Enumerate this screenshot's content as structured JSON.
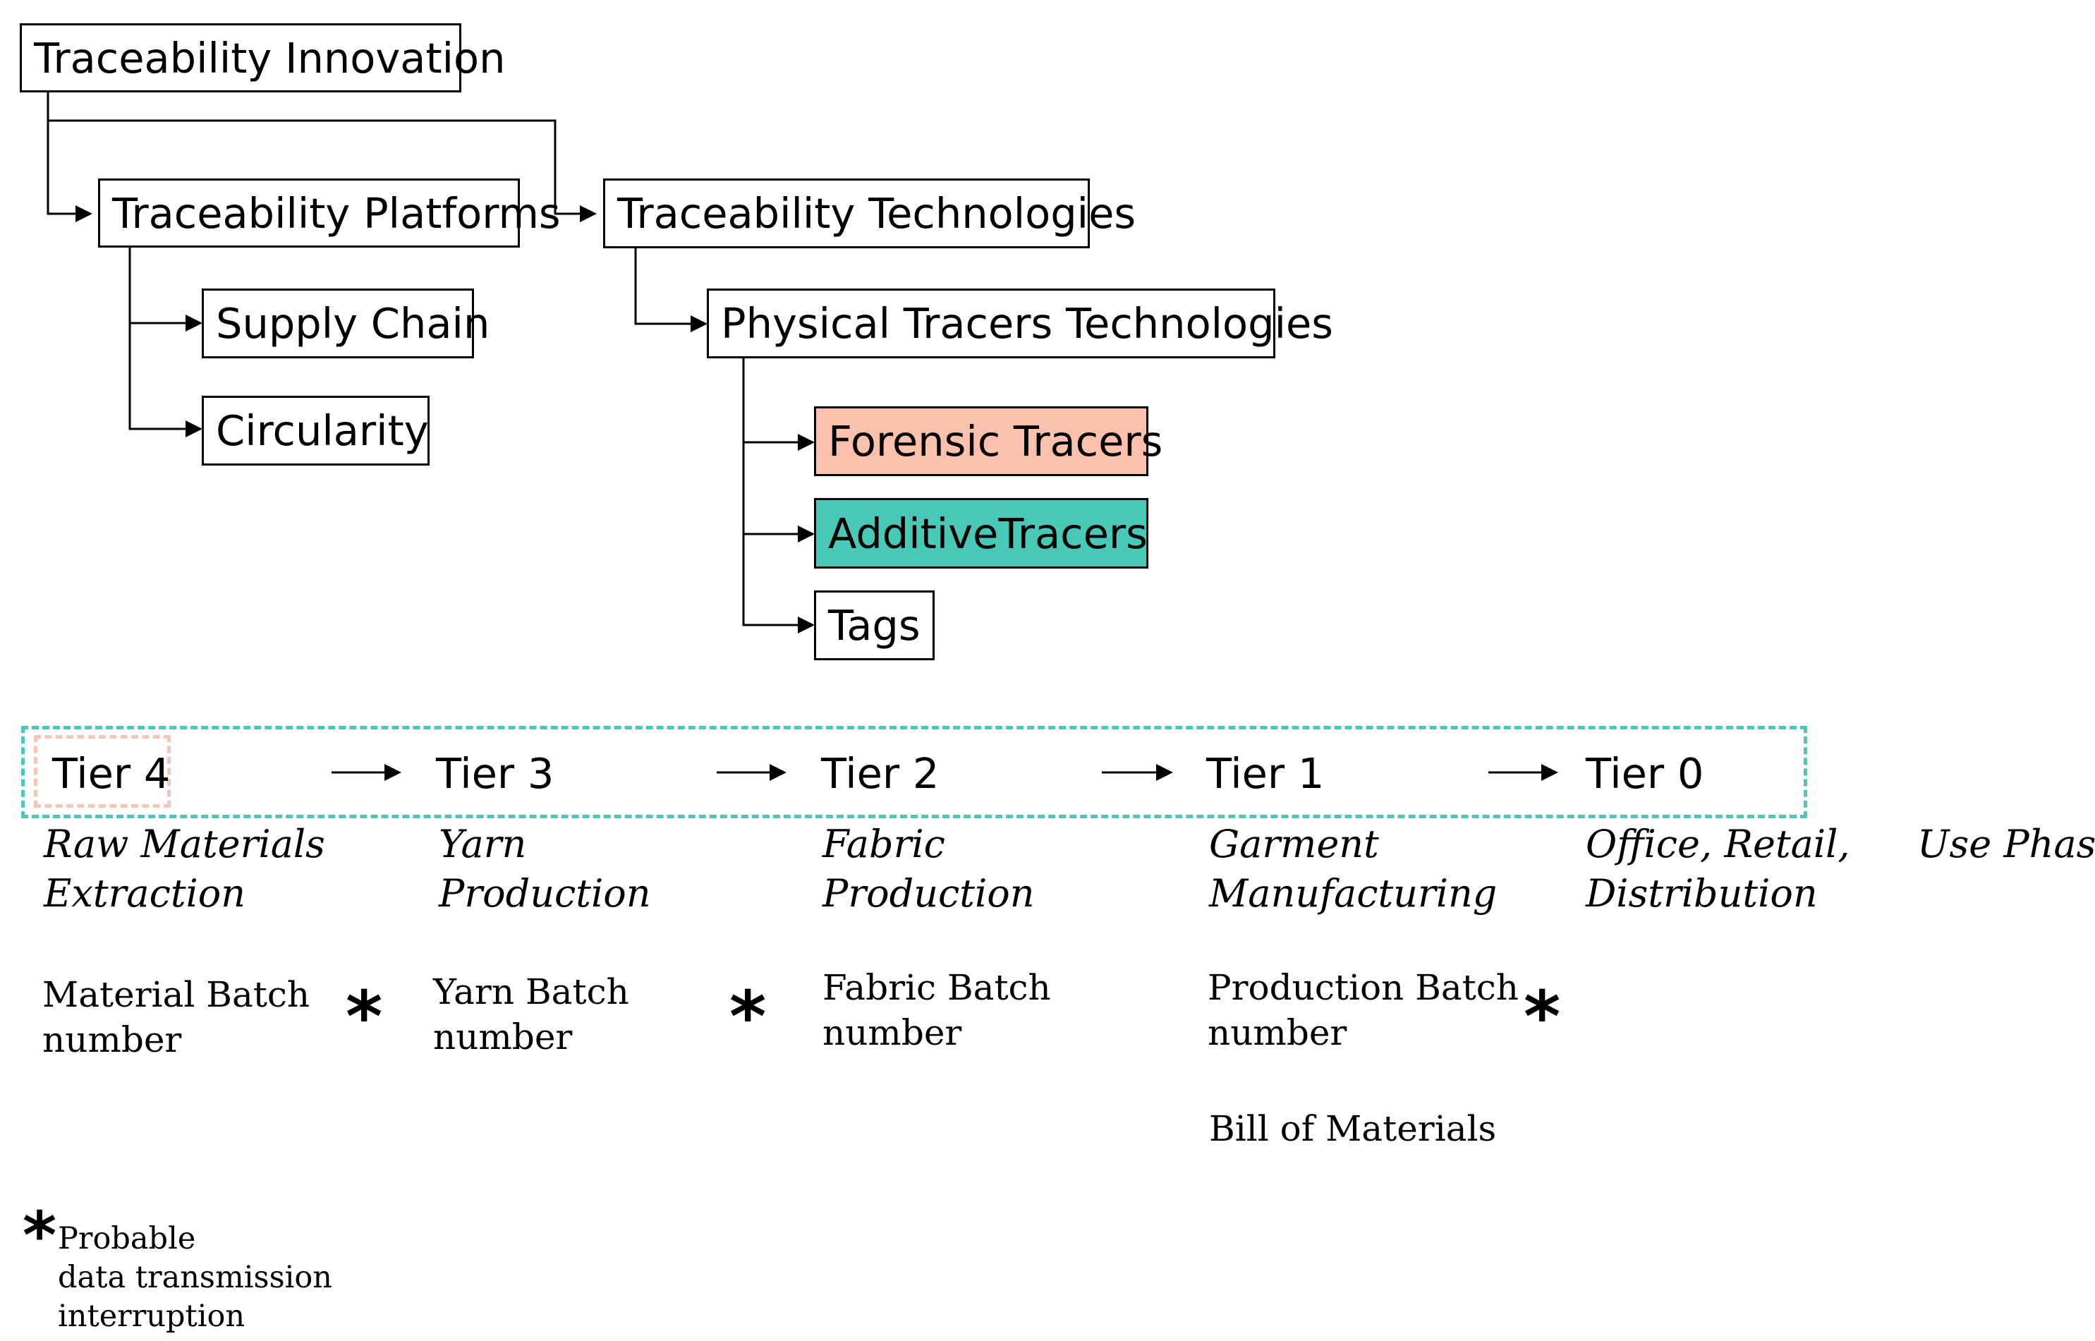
{
  "hierarchy": {
    "root": "Traceability Innovation",
    "platforms": {
      "label": "Traceability Platforms",
      "children": [
        "Supply Chain",
        "Circularity"
      ]
    },
    "technologies": {
      "label": "Traceability Technologies",
      "physical": {
        "label": "Physical Tracers Technologies",
        "children": [
          "Forensic Tracers",
          "AdditiveTracers",
          "Tags"
        ]
      }
    }
  },
  "colors": {
    "forensic": "#fcc1ac",
    "additive": "#48c8b6",
    "tier_frame": "#48c8b6",
    "tier4_frame": "#f7c5b3"
  },
  "tiers": [
    {
      "label": "Tier 4",
      "stage": [
        "Raw Materials",
        "Extraction"
      ],
      "batch": [
        "Material Batch",
        "number"
      ]
    },
    {
      "label": "Tier 3",
      "stage": [
        "Yarn",
        "Production"
      ],
      "batch": [
        "Yarn Batch",
        "number"
      ]
    },
    {
      "label": "Tier 2",
      "stage": [
        "Fabric",
        "Production"
      ],
      "batch": [
        "Fabric Batch",
        "number"
      ]
    },
    {
      "label": "Tier 1",
      "stage": [
        "Garment",
        "Manufacturing"
      ],
      "batch": [
        "Production Batch",
        "number"
      ],
      "extra": "Bill of Materials"
    },
    {
      "label": "Tier 0",
      "stage": [
        "Office, Retail,",
        "Distribution"
      ]
    }
  ],
  "use_phase": "Use Phase",
  "legend": {
    "symbol": "*",
    "lines": [
      "Probable",
      "data transmission",
      "interruption"
    ]
  }
}
